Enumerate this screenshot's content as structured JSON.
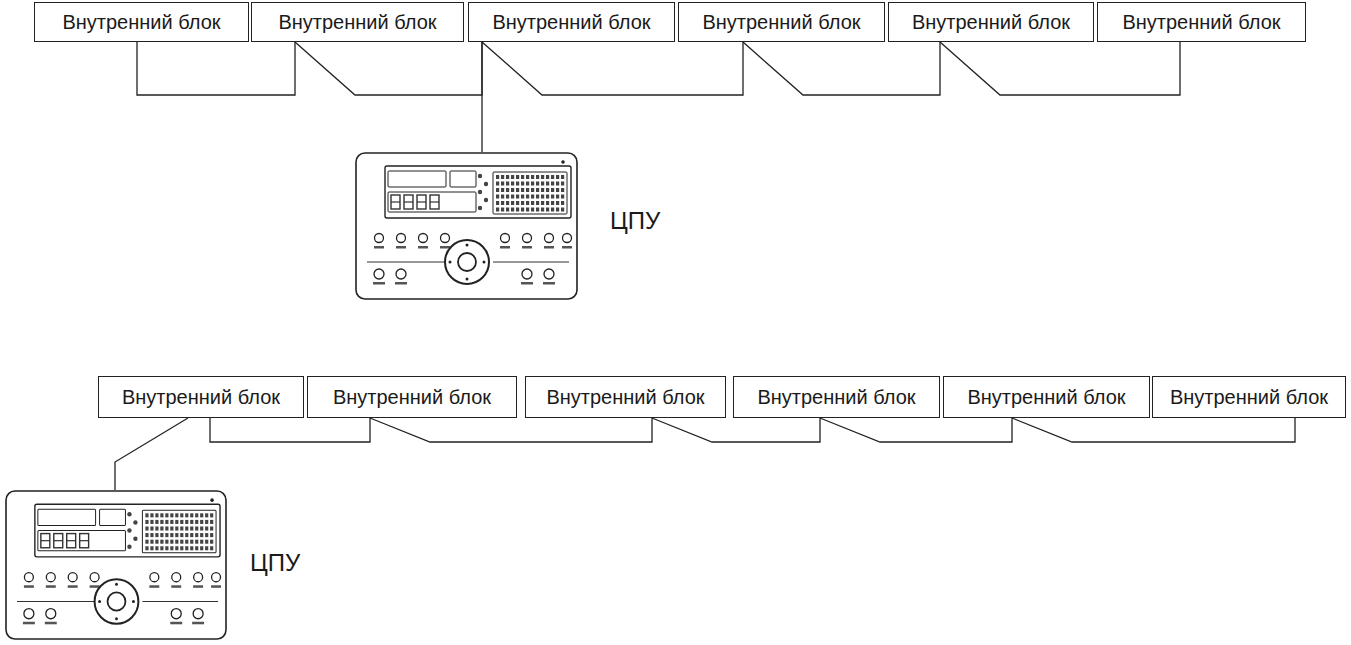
{
  "diagram": {
    "nodes": [
      {
        "text": [
          "Внутренний блок"
        ]
      },
      {
        "text": [
          "Внутренний блок"
        ]
      },
      {
        "text": [
          "Внутренний блок"
        ]
      },
      {
        "text": [
          "Внутренний блок"
        ]
      },
      {
        "text": [
          "Внутренний блок"
        ]
      },
      {
        "text": [
          "Внутренний блок"
        ]
      },
      {
        "text": [
          "ЦПУ"
        ]
      },
      {
        "text": [
          "Внутренний блок"
        ]
      },
      {
        "text": [
          "Внутренний блок"
        ]
      },
      {
        "text": [
          "Внутренний блок"
        ]
      },
      {
        "text": [
          "Внутренний блок"
        ]
      },
      {
        "text": [
          "Внутренний блок"
        ]
      },
      {
        "text": [
          "Внутренний блок"
        ]
      },
      {
        "text": [
          "ЦПУ"
        ]
      }
    ],
    "edges": [
      {
        "from": 0,
        "to": 1,
        "arrow": "none"
      },
      {
        "from": 1,
        "to": 2,
        "arrow": "none"
      },
      {
        "from": 2,
        "to": 3,
        "arrow": "none"
      },
      {
        "from": 3,
        "to": 4,
        "arrow": "none"
      },
      {
        "from": 4,
        "to": 5,
        "arrow": "none"
      },
      {
        "from": 6,
        "to": 2,
        "arrow": "none"
      },
      {
        "from": 7,
        "to": 8,
        "arrow": "none"
      },
      {
        "from": 8,
        "to": 9,
        "arrow": "none"
      },
      {
        "from": 9,
        "to": 10,
        "arrow": "none"
      },
      {
        "from": 10,
        "to": 11,
        "arrow": "none"
      },
      {
        "from": 11,
        "to": 12,
        "arrow": "none"
      },
      {
        "from": 13,
        "to": 7,
        "arrow": "none"
      }
    ]
  }
}
